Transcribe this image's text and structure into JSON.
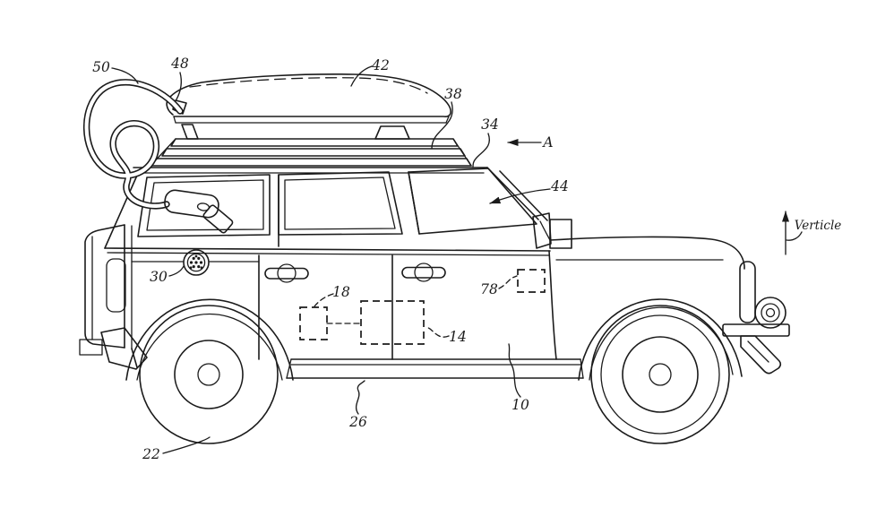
{
  "figure": {
    "background_color": "#ffffff",
    "line_color": "#1b1b1b",
    "direction_arrow_label": "A",
    "vertical_axis_label": "Verticle",
    "reference_numerals": {
      "charge_cable": "50",
      "cable_mount": "48",
      "cargo_box": "42",
      "roof_rack": "38",
      "roof": "34",
      "windshield": "44",
      "charge_port": "30",
      "module_18": "18",
      "module_14": "14",
      "module_78": "78",
      "vehicle_body": "10",
      "rocker_panel": "26",
      "rear_wheel": "22"
    }
  }
}
